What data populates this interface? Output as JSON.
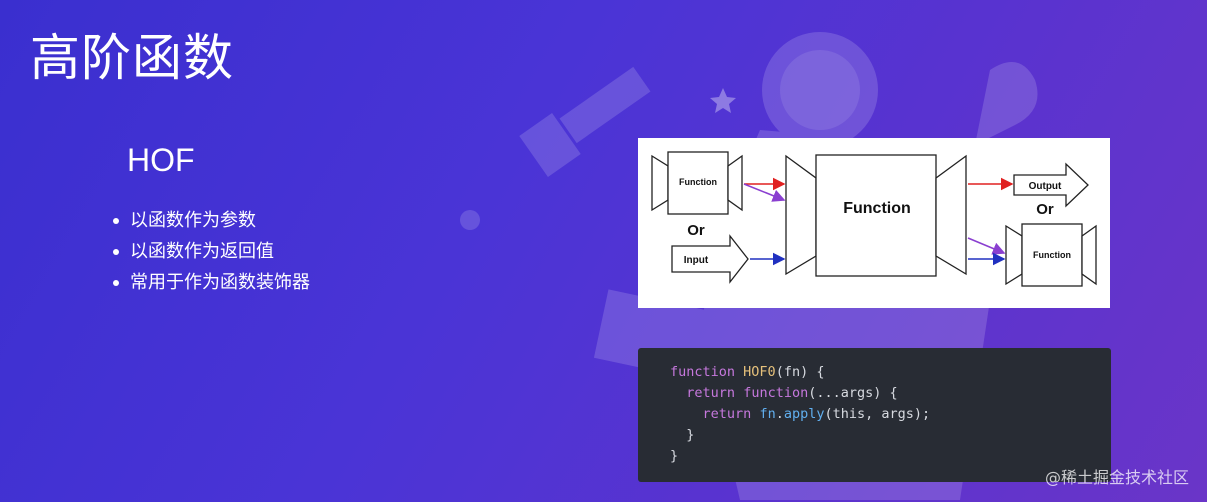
{
  "slide": {
    "title": "高阶函数",
    "subtitle": "HOF",
    "bullets": [
      "以函数作为参数",
      "以函数作为返回值",
      "常用于作为函数装饰器"
    ]
  },
  "diagram": {
    "labels": {
      "function_small_left": "Function",
      "or_left": "Or",
      "input": "Input",
      "function_center": "Function",
      "output": "Output",
      "or_right": "Or",
      "function_small_right": "Function"
    },
    "arrow_colors": {
      "red": "#e02020",
      "purple": "#8a3fd0",
      "blue": "#2030c0"
    }
  },
  "code": {
    "line1_kw": "function",
    "line1_name": "HOF0",
    "line1_rest": "(fn) {",
    "line2_indent": "  ",
    "line2_kw1": "return",
    "line2_kw2": "function",
    "line2_rest": "(...args) {",
    "line3_indent": "    ",
    "line3_kw": "return",
    "line3_call1": "fn",
    "line3_dot": ".",
    "line3_call2": "apply",
    "line3_rest": "(this, args);",
    "line4": "  }",
    "line5": "}"
  },
  "watermark": "@稀土掘金技术社区"
}
